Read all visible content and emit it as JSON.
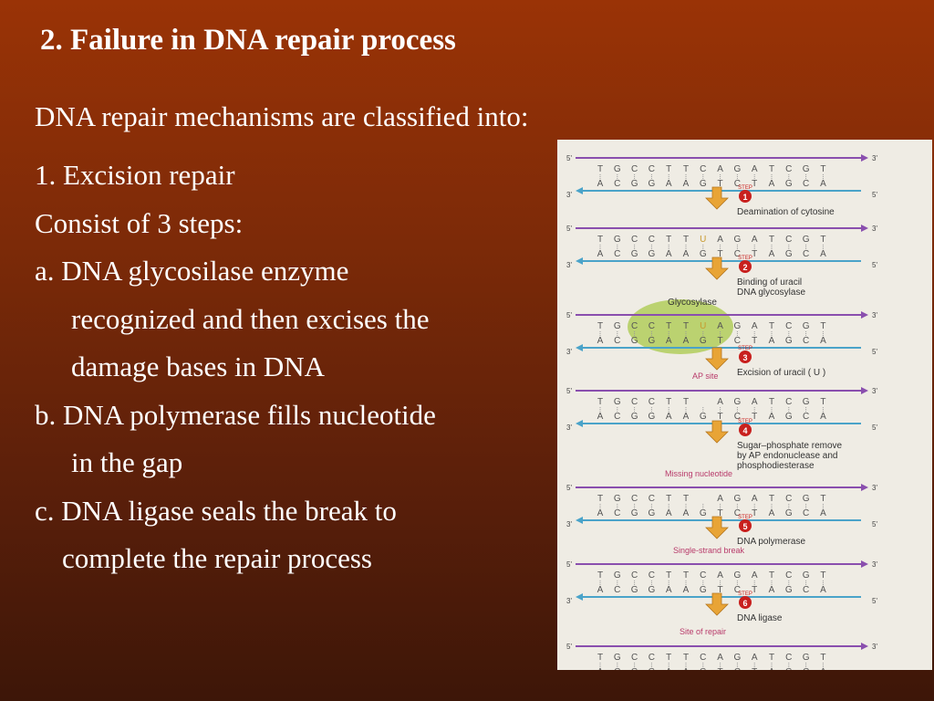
{
  "slide": {
    "title": "2.  Failure in DNA repair process",
    "intro": "DNA repair mechanisms are classified into:",
    "lines": [
      "1. Excision repair",
      "Consist of 3 steps:",
      "a. DNA glycosilase enzyme",
      "recognized and then excises the",
      "damage bases in DNA",
      "b. DNA polymerase fills nucleotide",
      "in the gap",
      "c. DNA ligase seals the break to",
      "complete the repair process"
    ]
  },
  "figure": {
    "end_5": "5'",
    "end_3": "3'",
    "strands": [
      {
        "top": [
          "T",
          "G",
          "C",
          "C",
          "T",
          "T",
          "C",
          "A",
          "G",
          "A",
          "T",
          "C",
          "G",
          "T"
        ],
        "bottom": [
          "A",
          "C",
          "G",
          "G",
          "A",
          "A",
          "G",
          "T",
          "C",
          "T",
          "A",
          "G",
          "C",
          "A"
        ]
      },
      {
        "top": [
          "T",
          "G",
          "C",
          "C",
          "T",
          "T",
          "U",
          "A",
          "G",
          "A",
          "T",
          "C",
          "G",
          "T"
        ],
        "bottom": [
          "A",
          "C",
          "G",
          "G",
          "A",
          "A",
          "G",
          "T",
          "C",
          "T",
          "A",
          "G",
          "C",
          "A"
        ]
      },
      {
        "top": [
          "T",
          "G",
          "C",
          "C",
          "T",
          "T",
          "U",
          "A",
          "G",
          "A",
          "T",
          "C",
          "G",
          "T"
        ],
        "bottom": [
          "A",
          "C",
          "G",
          "G",
          "A",
          "A",
          "G",
          "T",
          "C",
          "T",
          "A",
          "G",
          "C",
          "A"
        ]
      },
      {
        "top": [
          "T",
          "G",
          "C",
          "C",
          "T",
          "T",
          "",
          "A",
          "G",
          "A",
          "T",
          "C",
          "G",
          "T"
        ],
        "bottom": [
          "A",
          "C",
          "G",
          "G",
          "A",
          "A",
          "G",
          "T",
          "C",
          "T",
          "A",
          "G",
          "C",
          "A"
        ]
      },
      {
        "top": [
          "T",
          "G",
          "C",
          "C",
          "T",
          "T",
          "",
          "A",
          "G",
          "A",
          "T",
          "C",
          "G",
          "T"
        ],
        "bottom": [
          "A",
          "C",
          "G",
          "G",
          "A",
          "A",
          "G",
          "T",
          "C",
          "T",
          "A",
          "G",
          "C",
          "A"
        ]
      },
      {
        "top": [
          "T",
          "G",
          "C",
          "C",
          "T",
          "T",
          "C",
          "A",
          "G",
          "A",
          "T",
          "C",
          "G",
          "T"
        ],
        "bottom": [
          "A",
          "C",
          "G",
          "G",
          "A",
          "A",
          "G",
          "T",
          "C",
          "T",
          "A",
          "G",
          "C",
          "A"
        ]
      },
      {
        "top": [
          "T",
          "G",
          "C",
          "C",
          "T",
          "T",
          "C",
          "A",
          "G",
          "A",
          "T",
          "C",
          "G",
          "T"
        ],
        "bottom": [
          "A",
          "C",
          "G",
          "G",
          "A",
          "A",
          "G",
          "T",
          "C",
          "T",
          "A",
          "G",
          "C",
          "A"
        ]
      }
    ],
    "steps": [
      {
        "num": "1",
        "label": "STEP",
        "desc": [
          "Deamination of cytosine"
        ]
      },
      {
        "num": "2",
        "label": "STEP",
        "desc": [
          "Binding of uracil",
          "DNA glycosylase"
        ]
      },
      {
        "num": "3",
        "label": "STEP",
        "desc": [
          "Excision of uracil ( U )"
        ]
      },
      {
        "num": "4",
        "label": "STEP",
        "desc": [
          "Sugar–phosphate remove",
          "by AP endonuclease and",
          "phosphodiesterase"
        ]
      },
      {
        "num": "5",
        "label": "STEP",
        "desc": [
          "DNA polymerase"
        ]
      },
      {
        "num": "6",
        "label": "STEP",
        "desc": [
          "DNA ligase"
        ]
      }
    ],
    "enzyme_label": "Glycosylase",
    "ap_site_label": "AP site",
    "missing_label": "Missing nucleotide",
    "break_label": "Single-strand break",
    "repair_label": "Site of repair",
    "colors": {
      "strand": "#8a4fae",
      "bottom_strand": "#4aa3c9",
      "arrow": "#e8a436",
      "step_badge": "#c8201e",
      "note": "#b83a6a",
      "enzyme": "#a9c94a"
    }
  }
}
